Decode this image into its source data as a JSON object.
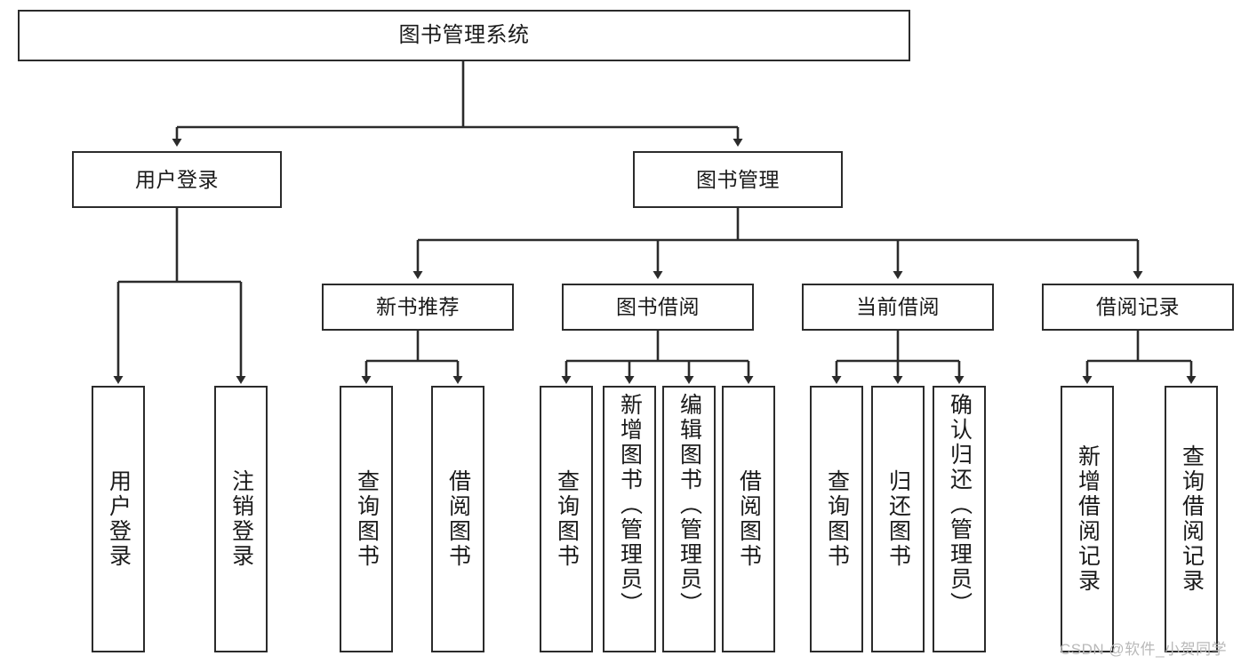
{
  "diagram": {
    "title": "图书管理系统",
    "type": "hierarchy-tree",
    "colors": {
      "box_border": "#2b2b2b",
      "box_fill": "#ffffff",
      "edge": "#2b2b2b",
      "text": "#1a1a1a",
      "watermark": "#b9b9b9"
    },
    "root": {
      "label": "图书管理系统"
    },
    "level2": [
      {
        "id": "user-login",
        "label": "用户登录"
      },
      {
        "id": "book-management",
        "label": "图书管理"
      }
    ],
    "level3": [
      {
        "id": "new-book-recommend",
        "label": "新书推荐"
      },
      {
        "id": "book-borrow",
        "label": "图书借阅"
      },
      {
        "id": "current-borrow",
        "label": "当前借阅"
      },
      {
        "id": "borrow-record",
        "label": "借阅记录"
      }
    ],
    "leaves": {
      "user_login": [
        {
          "id": "leaf-user-login",
          "label": "用户登录"
        },
        {
          "id": "leaf-user-logout",
          "label": "注销登录"
        }
      ],
      "new_book_recommend": [
        {
          "id": "leaf-query-book-1",
          "label": "查询图书"
        },
        {
          "id": "leaf-borrow-book-1",
          "label": "借阅图书"
        }
      ],
      "book_borrow": [
        {
          "id": "leaf-query-book-2",
          "label": "查询图书"
        },
        {
          "id": "leaf-add-book",
          "label": "新增图书（管理员）"
        },
        {
          "id": "leaf-edit-book",
          "label": "编辑图书（管理员）"
        },
        {
          "id": "leaf-borrow-book-2",
          "label": "借阅图书"
        }
      ],
      "current_borrow": [
        {
          "id": "leaf-query-book-3",
          "label": "查询图书"
        },
        {
          "id": "leaf-return-book",
          "label": "归还图书"
        },
        {
          "id": "leaf-confirm-return",
          "label": "确认归还（管理员）"
        }
      ],
      "borrow_record": [
        {
          "id": "leaf-add-record",
          "label": "新增借阅记录"
        },
        {
          "id": "leaf-query-record",
          "label": "查询借阅记录"
        }
      ]
    }
  },
  "watermark": {
    "text": "CSDN @软件_小贺同学"
  }
}
